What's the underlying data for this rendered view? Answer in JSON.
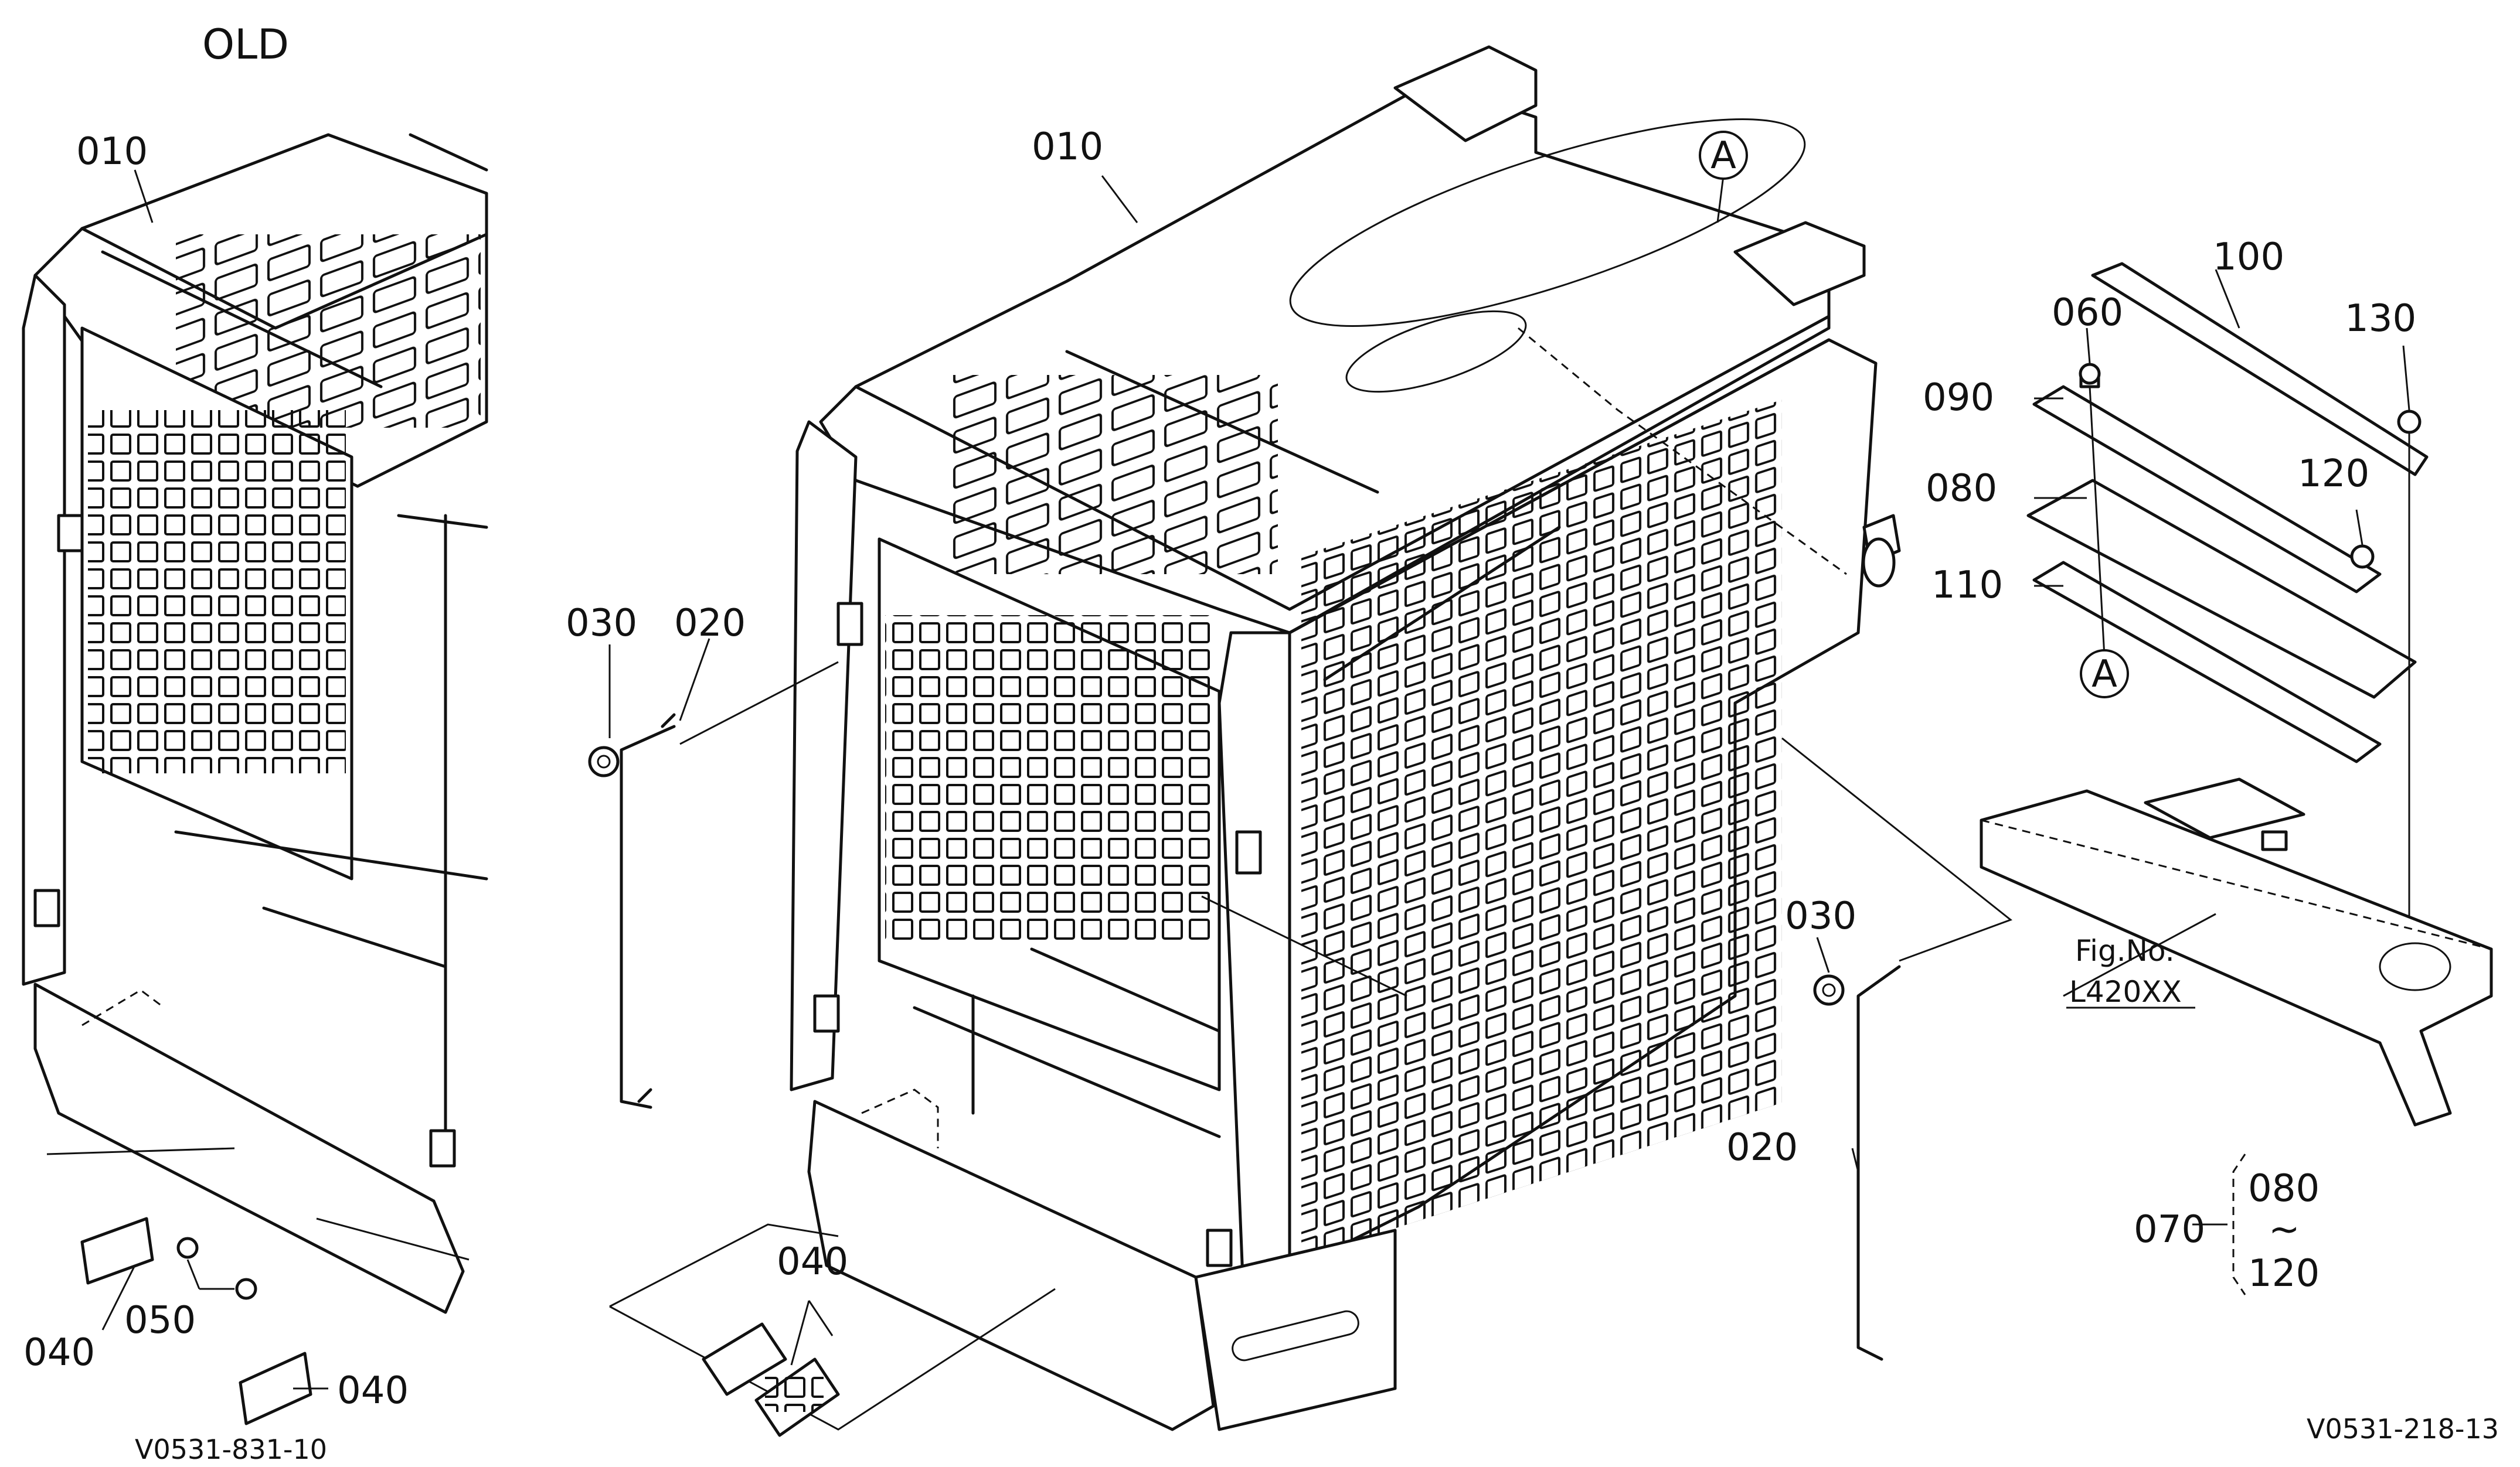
{
  "header": {
    "title": "OLD"
  },
  "callouts": {
    "old_010": "010",
    "old_040_a": "040",
    "old_050": "050",
    "old_040_b": "040",
    "new_010": "010",
    "new_030_a": "030",
    "new_020_a": "020",
    "new_040": "040",
    "new_030_b": "030",
    "new_020_b": "020",
    "ref_A_top": "A",
    "ref_A_bottom": "A",
    "p100": "100",
    "p060": "060",
    "p130": "130",
    "p090": "090",
    "p120": "120",
    "p080": "080",
    "p110": "110",
    "fig_no": "Fig.No.",
    "fig_code": "L420XX",
    "group_070": "070",
    "group_from": "080",
    "group_tilde": "~",
    "group_to": "120"
  },
  "footer": {
    "old_code": "V0531-831-10",
    "new_code": "V0531-218-13"
  }
}
